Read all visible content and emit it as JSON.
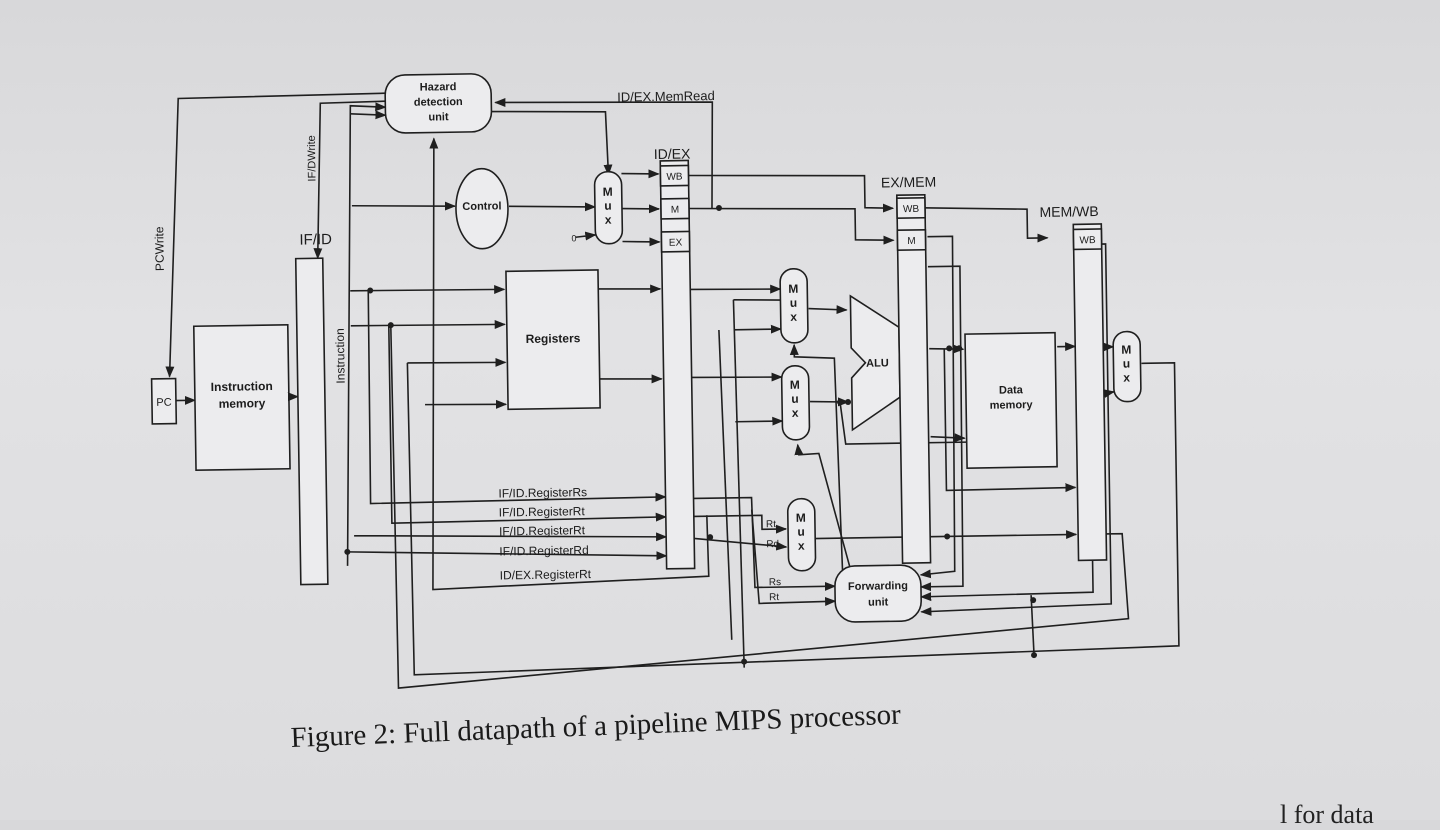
{
  "colors": {
    "paper": "#dcdcde",
    "ink": "#1f1f1f"
  },
  "blocks": {
    "hazard": [
      "Hazard",
      "detection",
      "unit"
    ],
    "control": "Control",
    "registers": "Registers",
    "instruction_memory": [
      "Instruction",
      "memory"
    ],
    "pc": "PC",
    "alu": "ALU",
    "data_memory": [
      "Data",
      "memory"
    ],
    "forwarding": [
      "Forwarding",
      "unit"
    ],
    "mux_letters": [
      "M",
      "u",
      "x"
    ]
  },
  "pipeline_registers": {
    "if_id": "IF/ID",
    "id_ex": "ID/EX",
    "ex_mem": "EX/MEM",
    "mem_wb": "MEM/WB",
    "fields": {
      "wb": "WB",
      "m": "M",
      "ex": "EX"
    }
  },
  "signals": {
    "pcwrite": "PCWrite",
    "ifdwrite": "IF/DWrite",
    "instruction": "Instruction",
    "memread": "ID/EX.MemRead",
    "zero": "0",
    "if_id_rs": "IF/ID.RegisterRs",
    "if_id_rt1": "IF/ID.RegisterRt",
    "if_id_rt2": "IF/ID.RegisterRt",
    "if_id_rd": "IF/ID.RegisterRd",
    "id_ex_rt": "ID/EX.RegisterRt",
    "rt": "Rt",
    "rd": "Rd",
    "rs": "Rs",
    "rt2": "Rt"
  },
  "caption": "Figure 2: Full datapath of a pipeline MIPS processor",
  "footer_fragment": "l for data"
}
